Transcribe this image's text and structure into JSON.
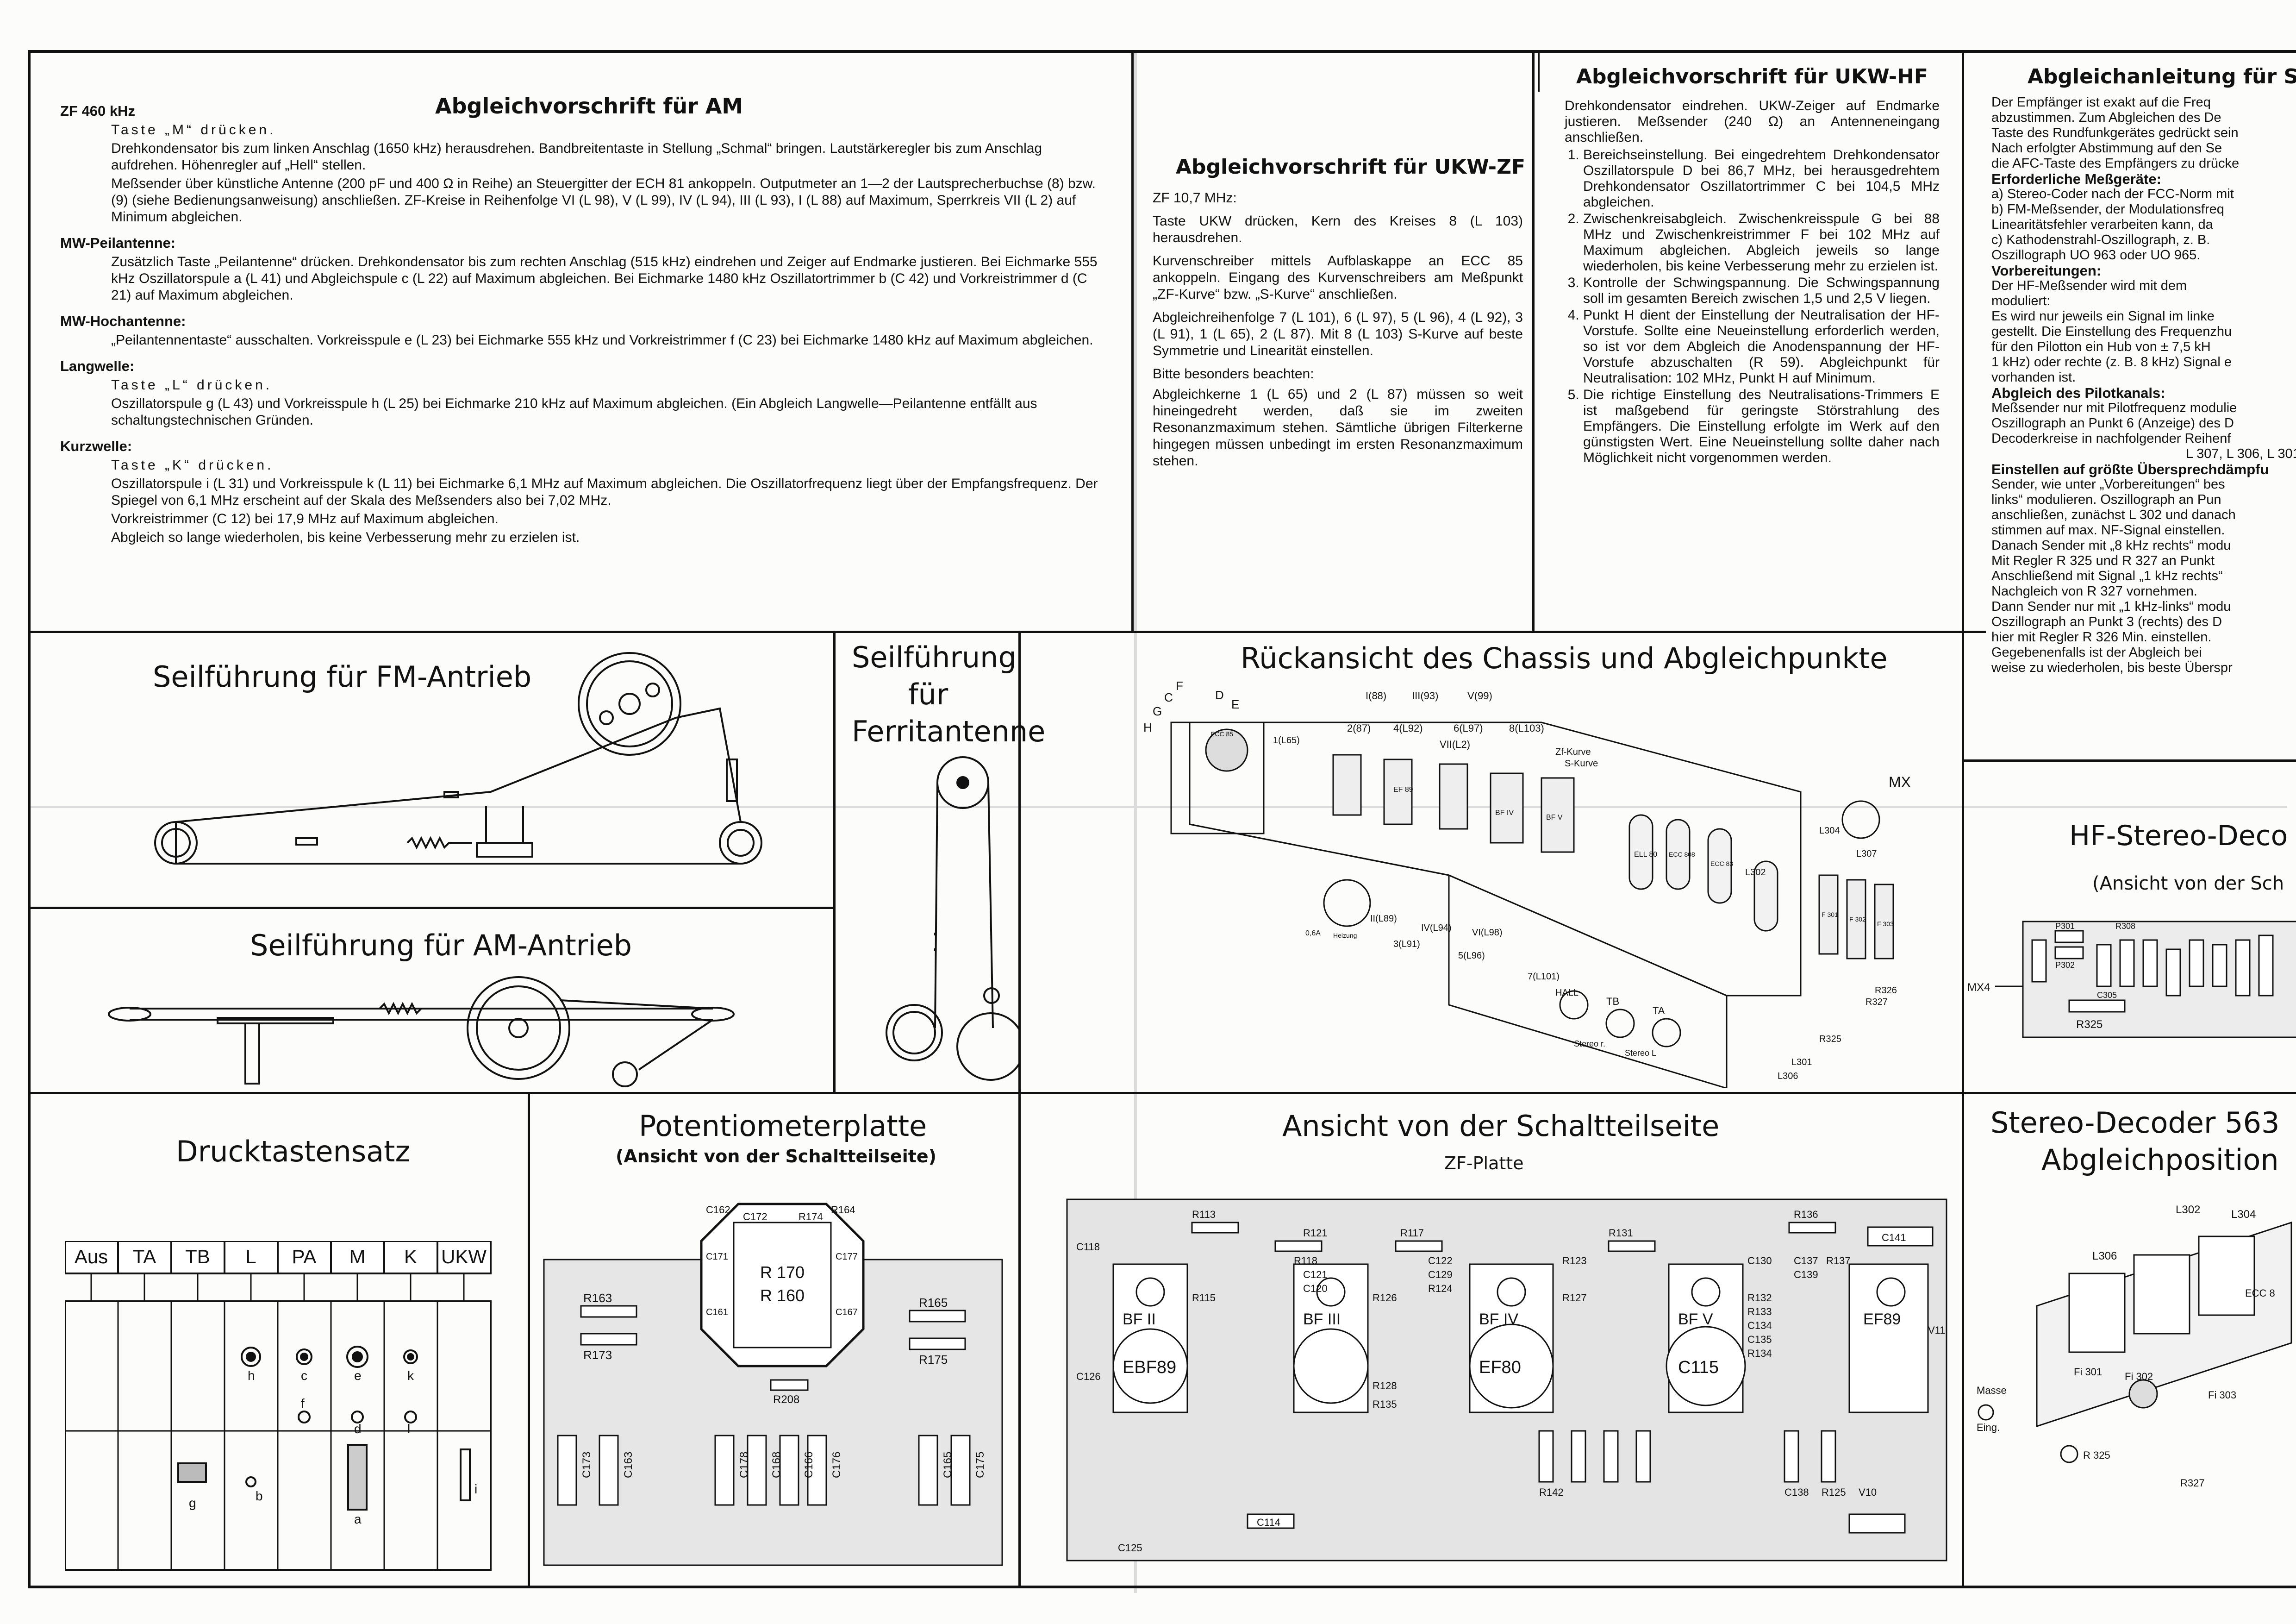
{
  "am": {
    "title": "Abgleichvorschrift für AM",
    "zf_label": "ZF 460 kHz",
    "zf_lines": [
      "Taste „M“ drücken.",
      "Drehkondensator bis zum linken Anschlag (1650 kHz) herausdrehen. Bandbreitentaste in Stellung „Schmal“ bringen. Lautstärkeregler bis zum Anschlag aufdrehen. Höhenregler auf „Hell“ stellen.",
      "Meßsender über künstliche Antenne (200 pF und 400 Ω in Reihe) an Steuergitter der ECH 81 ankoppeln. Outputmeter an 1—2 der Lautsprecherbuchse (8) bzw. (9) (siehe Bedienungsanweisung) anschließen. ZF-Kreise in Reihenfolge VI (L 98), V (L 99), IV (L 94), III (L 93), I (L 88) auf Maximum, Sperrkreis VII (L 2) auf Minimum abgleichen."
    ],
    "mw_peil_label": "MW-Peilantenne:",
    "mw_peil_text": "Zusätzlich Taste „Peilantenne“ drücken. Drehkondensator bis zum rechten Anschlag (515 kHz) eindrehen und Zeiger auf Endmarke justieren. Bei Eichmarke 555 kHz Oszillatorspule a (L 41) und Abgleichspule c (L 22) auf Maximum abgleichen. Bei Eichmarke 1480 kHz Oszillatortrimmer b (C 42) und Vorkreistrimmer d (C 21) auf Maximum abgleichen.",
    "mw_hoch_label": "MW-Hochantenne:",
    "mw_hoch_text": "„Peilantennentaste“ ausschalten. Vorkreisspule e (L 23) bei Eichmarke 555 kHz und Vorkreistrimmer f (C 23) bei Eichmarke 1480 kHz auf Maximum abgleichen.",
    "lw_label": "Langwelle:",
    "lw_lines": [
      "Taste „L“ drücken.",
      "Oszillatorspule g (L 43) und Vorkreisspule h (L 25) bei Eichmarke 210 kHz auf Maximum abgleichen. (Ein Abgleich Langwelle—Peilantenne entfällt aus schaltungstechnischen Gründen."
    ],
    "kw_label": "Kurzwelle:",
    "kw_lines": [
      "Taste „K“ drücken.",
      "Oszillatorspule i (L 31) und Vorkreisspule k (L 11) bei Eichmarke 6,1 MHz auf Maximum abgleichen. Die Oszillatorfrequenz liegt über der Empfangsfrequenz. Der Spiegel von 6,1 MHz erscheint auf der Skala des Meßsenders also bei 7,02 MHz.",
      "Vorkreistrimmer (C 12) bei 17,9 MHz auf Maximum abgleichen.",
      "Abgleich so lange wiederholen, bis keine Verbesserung mehr zu erzielen ist."
    ]
  },
  "ukw_zf": {
    "title": "Abgleichvorschrift für UKW-ZF",
    "paras": [
      "ZF 10,7 MHz:",
      "Taste UKW drücken, Kern des Kreises 8 (L 103) herausdrehen.",
      "Kurvenschreiber mittels Aufblaskappe an ECC 85 ankoppeln. Eingang des Kurvenschreibers am Meßpunkt „ZF-Kurve“ bzw. „S-Kurve“ anschließen.",
      "Abgleichreihenfolge 7 (L 101), 6 (L 97), 5 (L 96), 4 (L 92), 3 (L 91), 1 (L 65), 2 (L 87). Mit 8 (L 103) S-Kurve auf beste Symmetrie und Linearität einstellen.",
      "Bitte besonders beachten:",
      "Abgleichkerne 1 (L 65) und 2 (L 87) müssen so weit hineingedreht werden, daß sie im zweiten Resonanzmaximum stehen. Sämtliche übrigen Filterkerne hingegen müssen unbedingt im ersten Resonanzmaximum stehen."
    ]
  },
  "ukw_hf": {
    "title": "Abgleichvorschrift für UKW-HF",
    "intro": "Drehkondensator eindrehen. UKW-Zeiger auf Endmarke justieren. Meßsender (240 Ω) an Antenneneingang anschließen.",
    "steps": [
      "Bereichseinstellung. Bei eingedrehtem Drehkondensator Oszillatorspule D bei 86,7 MHz, bei herausgedrehtem Drehkondensator Oszillatortrimmer C bei 104,5 MHz abgleichen.",
      "Zwischenkreisabgleich. Zwischenkreisspule G bei 88 MHz und Zwischenkreistrimmer F bei 102 MHz auf Maximum abgleichen. Abgleich jeweils so lange wiederholen, bis keine Verbesserung mehr zu erzielen ist.",
      "Kontrolle der Schwingspannung. Die Schwingspannung soll im gesamten Bereich zwischen 1,5 und 2,5 V liegen.",
      "Punkt H dient der Einstellung der Neutralisation der HF-Vorstufe. Sollte eine Neueinstellung erforderlich werden, so ist vor dem Abgleich die Anodenspannung der HF-Vorstufe abzuschalten (R 59). Abgleichpunkt für Neutralisation: 102 MHz, Punkt H auf Minimum.",
      "Die richtige Einstellung des Neutralisations-Trimmers E ist maßgebend für geringste Störstrahlung des Empfängers. Die Einstellung erfolgte im Werk auf den günstigsten Wert. Eine Neueinstellung sollte daher nach Möglichkeit nicht vorgenommen werden."
    ]
  },
  "stereo": {
    "title": "Abgleichanleitung für S",
    "lines": [
      "Der Empfänger ist exakt auf die Freq",
      "abzustimmen. Zum Abgleichen des De",
      "Taste des Rundfunkgerätes gedrückt sein",
      "Nach erfolgter Abstimmung auf den Se",
      "die AFC-Taste des Empfängers zu drücke"
    ],
    "mess_label": "Erforderliche Meßgeräte:",
    "mess_lines": [
      "a)  Stereo-Coder nach der FCC-Norm mit",
      "b)  FM-Meßsender, der Modulationsfreq",
      "     Linearitätsfehler verarbeiten kann, da",
      "c)  Kathodenstrahl-Oszillograph, z. B.",
      "     Oszillograph UO 963 oder UO 965."
    ],
    "vorb_label": "Vorbereitungen:",
    "vorb_lines": [
      "Der HF-Meßsender wird mit dem",
      "moduliert:",
      "Es wird nur jeweils ein Signal im linke",
      "gestellt. Die Einstellung des Frequenzhu",
      "für den Pilotton ein Hub von ± 7,5 kH",
      "1 kHz) oder rechte (z. B. 8 kHz) Signal e",
      "vorhanden ist."
    ],
    "pilot_label": "Abgleich des Pilotkanals:",
    "pilot_lines": [
      "Meßsender nur mit Pilotfrequenz modulie",
      "Oszillograph an Punkt 6 (Anzeige) des D",
      "Decoderkreise in nachfolgender Reihenf",
      "L 307, L 306, L 301,"
    ],
    "ueber_label": "Einstellen auf größte Übersprechdämpfu",
    "ueber_lines": [
      "Sender, wie unter „Vorbereitungen“ bes",
      "links“ modulieren. Oszillograph an Pun",
      "anschließen, zunächst L 302 und danach",
      "stimmen auf max. NF-Signal einstellen.",
      "Danach Sender mit „8 kHz rechts“ modu",
      "Mit Regler R 325 und R 327 an Punkt",
      "Anschließend mit Signal „1 kHz rechts“",
      "Nachgleich von R 327 vornehmen.",
      "Dann Sender nur mit „1 kHz-links“ modu",
      "Oszillograph an Punkt 3 (rechts) des D",
      "hier mit Regler R 326 Min. einstellen.",
      "Gegebenenfalls ist der Abgleich bei",
      "weise zu wiederholen, bis beste Überspr"
    ]
  },
  "fm_drive": {
    "title": "Seilführung für FM-Antrieb"
  },
  "am_drive": {
    "title": "Seilführung für AM-Antrieb"
  },
  "ferrit": {
    "title_lines": [
      "Seilführung",
      "für",
      "Ferritantenne"
    ]
  },
  "chassis": {
    "title": "Rückansicht des Chassis und Abgleichpunkte",
    "labels": [
      "F",
      "C",
      "G",
      "H",
      "D",
      "E",
      "I(88)",
      "III(93)",
      "V(99)",
      "2(87)",
      "4(L92)",
      "6(L97)",
      "8(L103)",
      "VII(L2)",
      "1(L65)",
      "Zf-Kurve",
      "S-Kurve",
      "MX",
      "II(L89)",
      "IV(L94)",
      "VI(L98)",
      "3(L91)",
      "5(L96)",
      "7(L101)",
      "HALL",
      "TB",
      "TA",
      "Stereo r.",
      "Stereo L",
      "L302",
      "L304",
      "L307",
      "R326",
      "R327",
      "R325",
      "L301",
      "L306",
      "0,6A",
      "Heizung",
      "ECC 85",
      "EF 89",
      "BF IV",
      "BF V",
      "ELL 80",
      "ECC 808",
      "ECC 83",
      "F 301",
      "F 302",
      "F 303"
    ]
  },
  "hf_stereo": {
    "title": "HF-Stereo-Deco",
    "subtitle": "(Ansicht von der Sch",
    "labels": [
      "MX4",
      "R325",
      "P301",
      "P302",
      "R308",
      "C305"
    ]
  },
  "druck": {
    "title": "Drucktastensatz",
    "keys": [
      "Aus",
      "TA",
      "TB",
      "L",
      "PA",
      "M",
      "K",
      "UKW"
    ],
    "letters": [
      "h",
      "c",
      "e",
      "k",
      "f",
      "d",
      "l",
      "g",
      "b",
      "a",
      "i"
    ]
  },
  "poti": {
    "title": "Potentiometerplatte",
    "subtitle": "(Ansicht von der Schaltteilseite)",
    "labels": [
      "R 170",
      "R 160",
      "R163",
      "R173",
      "R165",
      "R175",
      "R208",
      "C162",
      "C172",
      "C173",
      "C163",
      "C178",
      "C168",
      "C166",
      "C176",
      "C165",
      "C175",
      "R174",
      "R164",
      "C171",
      "C161",
      "C177",
      "C167"
    ]
  },
  "zf": {
    "title": "Ansicht von der Schaltteilseite",
    "subtitle": "ZF-Platte",
    "labels": [
      "R113",
      "R121",
      "R117",
      "R131",
      "R136",
      "C141",
      "C118",
      "R118",
      "C121",
      "C120",
      "C122",
      "C129",
      "R124",
      "R123",
      "C130",
      "R115",
      "R126",
      "R127",
      "R132",
      "R133",
      "C134",
      "C135",
      "R134",
      "C137",
      "C139",
      "R137",
      "V11",
      "BF II",
      "BF III",
      "BF IV",
      "BF V",
      "EF89",
      "EBF89",
      "EF80",
      "C115",
      "C126",
      "R128",
      "R135",
      "R142",
      "C138",
      "R125",
      "V10",
      "C114",
      "C125"
    ]
  },
  "decoder": {
    "title_lines": [
      "Stereo-Decoder 563",
      "Abgleichposition"
    ],
    "labels": [
      "L302",
      "L304",
      "L306",
      "Masse",
      "Eing.",
      "Fi 301",
      "Fi 302",
      "Fi 303",
      "R 325",
      "R327",
      "ECC 8"
    ]
  }
}
